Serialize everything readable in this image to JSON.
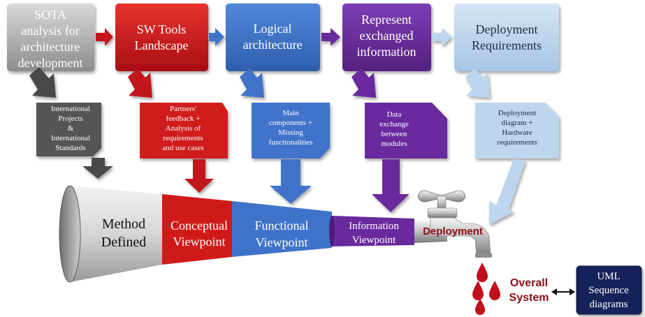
{
  "top_boxes": [
    {
      "lines": [
        "SOTA",
        "analysis  for",
        "architecture",
        "development"
      ]
    },
    {
      "lines": [
        "SW Tools",
        "Landscape"
      ]
    },
    {
      "lines": [
        "Logical",
        "architecture"
      ]
    },
    {
      "lines": [
        "Represent",
        "exchanged",
        "information"
      ]
    },
    {
      "lines": [
        "Deployment",
        "Requirements"
      ]
    }
  ],
  "mid_notes": [
    {
      "lines": [
        "International",
        "Projects",
        "&",
        "International",
        "Standards"
      ]
    },
    {
      "lines": [
        "Partners'",
        "feedback +",
        "Analysis of",
        "requirements",
        "and use cases"
      ]
    },
    {
      "lines": [
        "Main",
        "components +",
        "Missing",
        "functionalities"
      ]
    },
    {
      "lines": [
        "Data",
        "exchange",
        "between",
        "modules"
      ]
    },
    {
      "lines": [
        "Deployment",
        "diagram +",
        "Hardware",
        "requirements"
      ]
    }
  ],
  "funnel": {
    "method": [
      "Method",
      "Defined"
    ],
    "conceptual": [
      "Conceptual",
      "Viewpoint"
    ],
    "functional": [
      "Functional",
      "Viewpoint"
    ],
    "information": [
      "Information",
      "Viewpoint"
    ],
    "deployment": "Deployment"
  },
  "output": {
    "overall": [
      "Overall",
      "System"
    ],
    "uml": [
      "UML",
      "Sequence",
      "diagrams"
    ]
  },
  "colors": {
    "gray": "#a9a9a9",
    "dark_gray": "#4a4a4a",
    "red": "#d01a1a",
    "blue": "#3f73c9",
    "purple": "#6a2a9e",
    "light_blue": "#bcd6ee",
    "navy": "#12215a",
    "drop": "#c0101c"
  }
}
